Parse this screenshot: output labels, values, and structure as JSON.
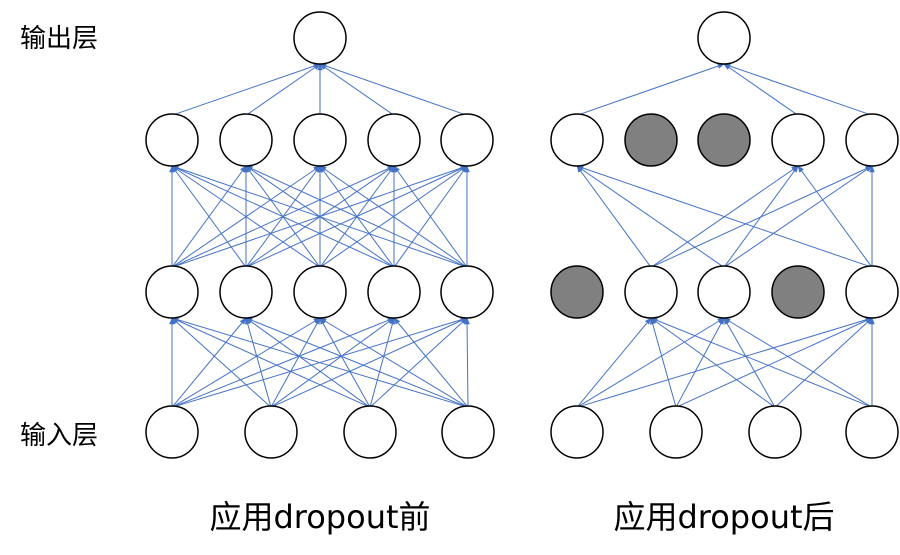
{
  "labels": {
    "output_layer": "输出层",
    "input_layer": "输入层",
    "before_caption": "应用dropout前",
    "after_caption": "应用dropout后"
  },
  "colors": {
    "edge": "#4472C4",
    "dropped_node": "#808080",
    "active_node": "#FFFFFF",
    "node_stroke": "#000000"
  },
  "networks": [
    {
      "name": "before-dropout",
      "layers": {
        "input": [
          false,
          false,
          false,
          false
        ],
        "hidden1": [
          false,
          false,
          false,
          false,
          false
        ],
        "hidden2": [
          false,
          false,
          false,
          false,
          false
        ],
        "output": [
          false
        ]
      }
    },
    {
      "name": "after-dropout",
      "layers": {
        "input": [
          false,
          false,
          false,
          false
        ],
        "hidden1": [
          true,
          false,
          false,
          true,
          false
        ],
        "hidden2": [
          false,
          true,
          true,
          false,
          false
        ],
        "output": [
          false
        ]
      }
    }
  ]
}
